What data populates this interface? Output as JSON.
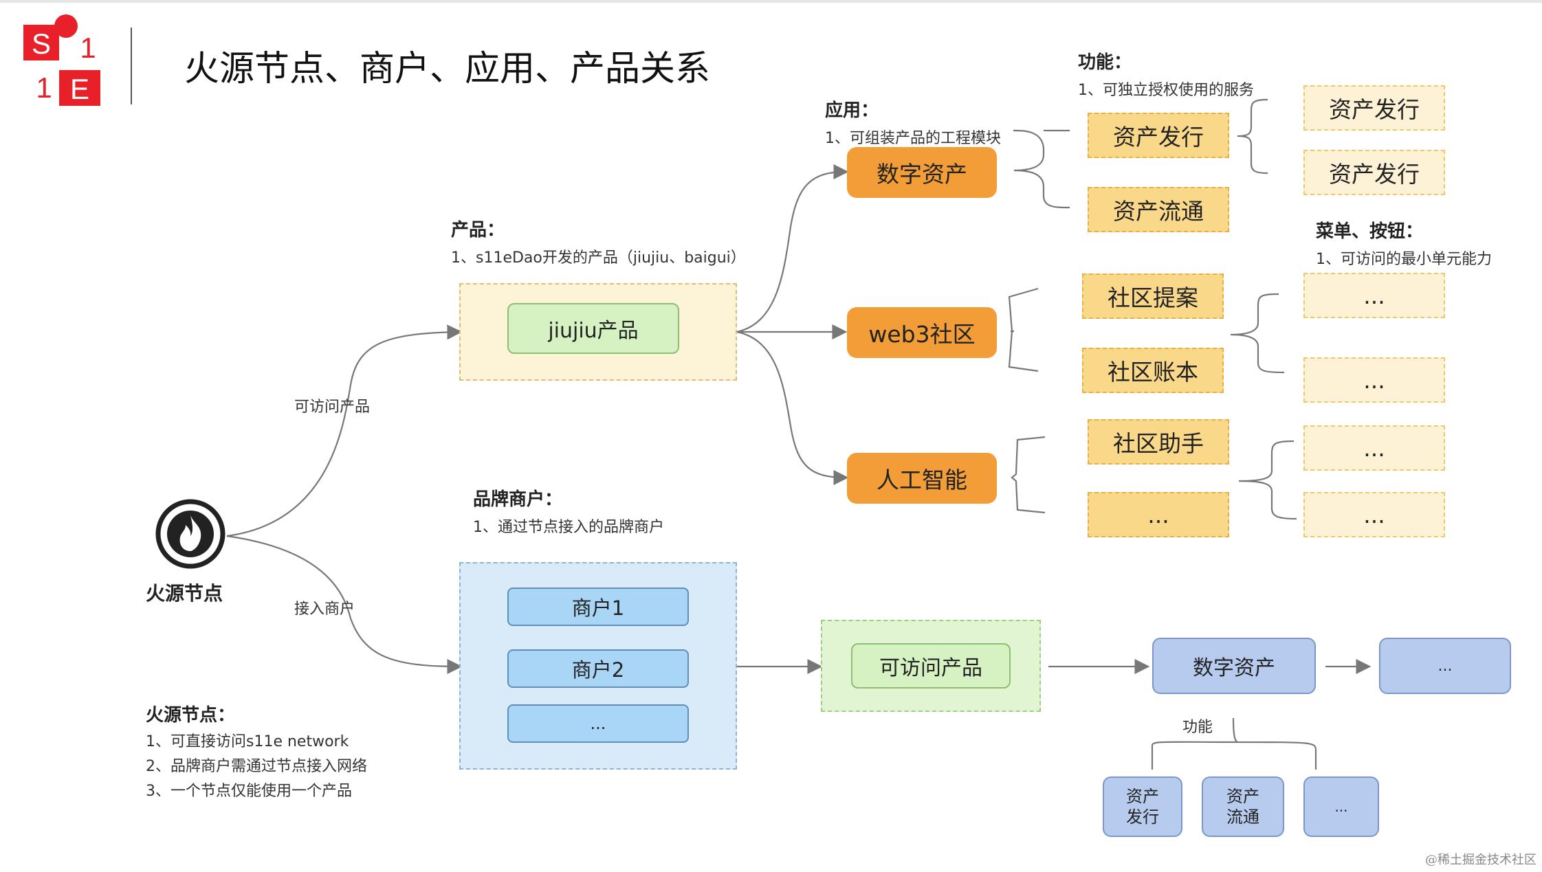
{
  "title": "火源节点、商户、应用、产品关系",
  "logo": {
    "text_s": "S",
    "text_1a": "1",
    "text_1b": "1",
    "text_e": "E",
    "color": "#e8202a"
  },
  "node": {
    "label": "火源节点"
  },
  "edges": {
    "accessible_product": "可访问产品",
    "access_merchant": "接入商户",
    "function": "功能"
  },
  "notes": {
    "product": {
      "heading": "产品：",
      "line": "1、s11eDao开发的产品（jiujiu、baigui）"
    },
    "app": {
      "heading": "应用：",
      "line": "1、可组装产品的工程模块"
    },
    "feature": {
      "heading": "功能：",
      "line": "1、可独立授权使用的服务"
    },
    "menu": {
      "heading": "菜单、按钮：",
      "line": "1、可访问的最小单元能力"
    },
    "merchant": {
      "heading": "品牌商户：",
      "line": "1、通过节点接入的品牌商户"
    },
    "node": {
      "heading": "火源节点：",
      "lines": [
        "1、可直接访问s11e network",
        "2、品牌商户需通过节点接入网络",
        "3、一个节点仅能使用一个产品"
      ]
    }
  },
  "product_box": {
    "label": "jiujiu产品"
  },
  "apps": [
    "数字资产",
    "web3社区",
    "人工智能"
  ],
  "features": [
    "资产发行",
    "资产流通",
    "社区提案",
    "社区账本",
    "社区助手",
    "..."
  ],
  "menus": [
    "资产发行",
    "资产发行",
    "...",
    "...",
    "...",
    "..."
  ],
  "merchants": [
    "商户1",
    "商户2",
    "..."
  ],
  "accessible_product": {
    "label": "可访问产品"
  },
  "flow": {
    "digital_asset": "数字资产",
    "more": "..."
  },
  "sub_functions": [
    "资产\n发行",
    "资产\n流通",
    "..."
  ],
  "watermark": "@稀土掘金技术社区",
  "colors": {
    "orange": "#f29d37",
    "light_orange": "#fad88a",
    "cream": "#fdf2d6",
    "green": "#d6f2c2",
    "blue": "#a9d6f6",
    "periwinkle": "#b7cbef",
    "line": "#777777"
  }
}
